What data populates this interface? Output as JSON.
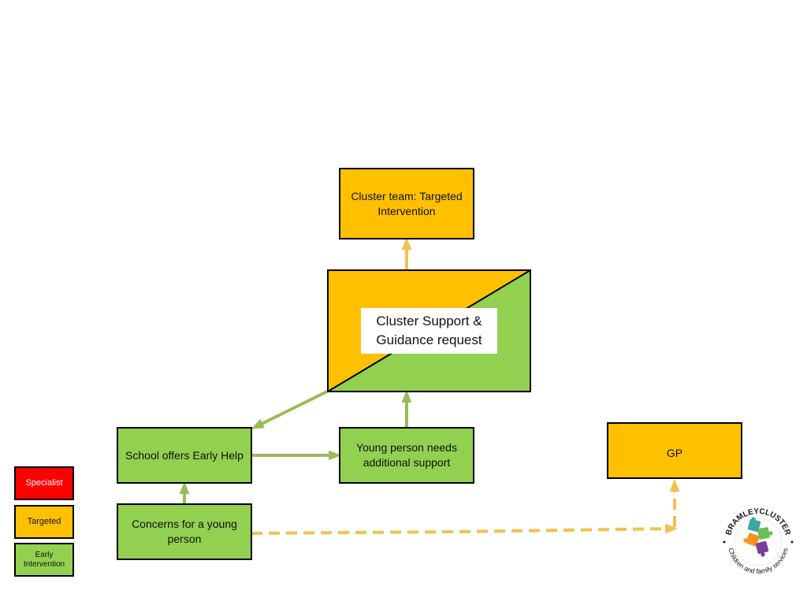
{
  "diagram": {
    "cluster_team": "Cluster team: Targeted Intervention",
    "cluster_support": "Cluster Support & Guidance request",
    "school_offers": "School offers Early Help",
    "young_person_needs": "Young person needs additional support",
    "gp": "GP",
    "concerns": "Concerns for a young person"
  },
  "legend": {
    "specialist": "Specialist",
    "targeted": "Targeted",
    "early_intervention": "Early Intervention"
  },
  "logo": {
    "brand": "BRAMLEYCLUSTER",
    "tagline": "Children and family services"
  },
  "colors": {
    "targeted": "#ffc000",
    "early_intervention": "#92d050",
    "specialist": "#ff0000",
    "solid_arrow_green": "#9bbb59",
    "solid_arrow_yellow": "#f2c14e",
    "dashed_arrow": "#f2c14e"
  }
}
